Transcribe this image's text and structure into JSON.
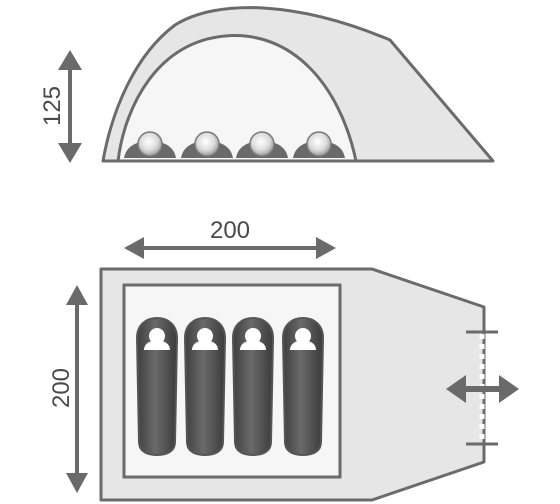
{
  "dimensions": {
    "height_label": "125",
    "width_label": "200",
    "length_label": "200"
  },
  "colors": {
    "outline": "#6b6b6b",
    "fill": "#e6e6e6",
    "arrow": "#6a6a6a",
    "sleeping_bag": "#555555"
  },
  "occupancy": 4
}
